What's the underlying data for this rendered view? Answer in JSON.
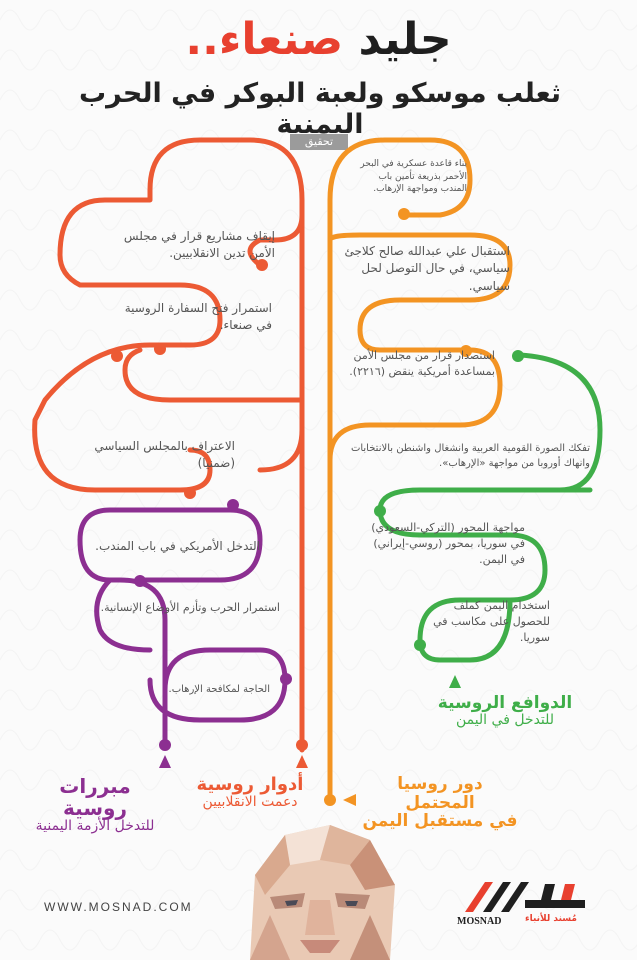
{
  "header": {
    "title_plain": "جليد",
    "title_highlight": "صنعاء..",
    "subtitle": "ثعلب موسكو ولعبة البوكر في الحرب اليمنية",
    "tag": "تحقيق"
  },
  "right_tree": {
    "items_orange": [
      "بناء قاعدة عسكرية في البحر الأحمر بذريعة تأمين باب المندب ومواجهة الإرهاب.",
      "استقبال علي عبدالله صالح كلاجئ سياسي، في حال التوصل لحل سياسي.",
      "استصدار قرار من مجلس الأمن بمساعدة أمريكية ينقض (٢٢١٦)."
    ],
    "items_green": [
      "تفكك الصورة القومية العربية وانشغال واشنطن بالانتخابات وانهاك أوروبا من مواجهة «الإرهاب».",
      "مواجهة المحور (التركي-السعودي) في سوريا، بمحور (روسي-إيراني) في اليمن.",
      "استخدام اليمن كملف للحصول على مكاسب في سوريا."
    ]
  },
  "left_tree": {
    "items_red": [
      "إيقاف مشاريع قرار في مجلس الأمن تدين الانقلابيين.",
      "استمرار فتح السفارة الروسية في صنعاء.",
      "الاعتراف بالمجلس السياسي (ضمنيا)"
    ],
    "items_purple": [
      "التدخل الأمريكي في باب المندب.",
      "استمرار الحرب وتأزم الأوضاع الإنسانية.",
      "الحاجة لمكافحة الإرهاب."
    ]
  },
  "labels": {
    "justifications_title": "مبررات روسية",
    "justifications_sub": "للتدخل الأزمة اليمنية",
    "roles_title": "أدوار روسية",
    "roles_sub": "دعمت الانقلابيين",
    "future_title": "دور روسيا المحتمل",
    "future_sub": "في مستقبل اليمن",
    "motives_title": "الدوافع الروسية",
    "motives_sub": "للتدخل في اليمن"
  },
  "footer": {
    "website": "WWW.MOSNAD.COM",
    "logo_ar": "مُسنَد",
    "logo_tagline": "مُسند للأنباء",
    "logo_en": "MOSNAD"
  },
  "colors": {
    "red": "#ec5a34",
    "orange": "#f39423",
    "purple": "#8c2f91",
    "green": "#3fae49",
    "title_highlight": "#e8402f"
  }
}
